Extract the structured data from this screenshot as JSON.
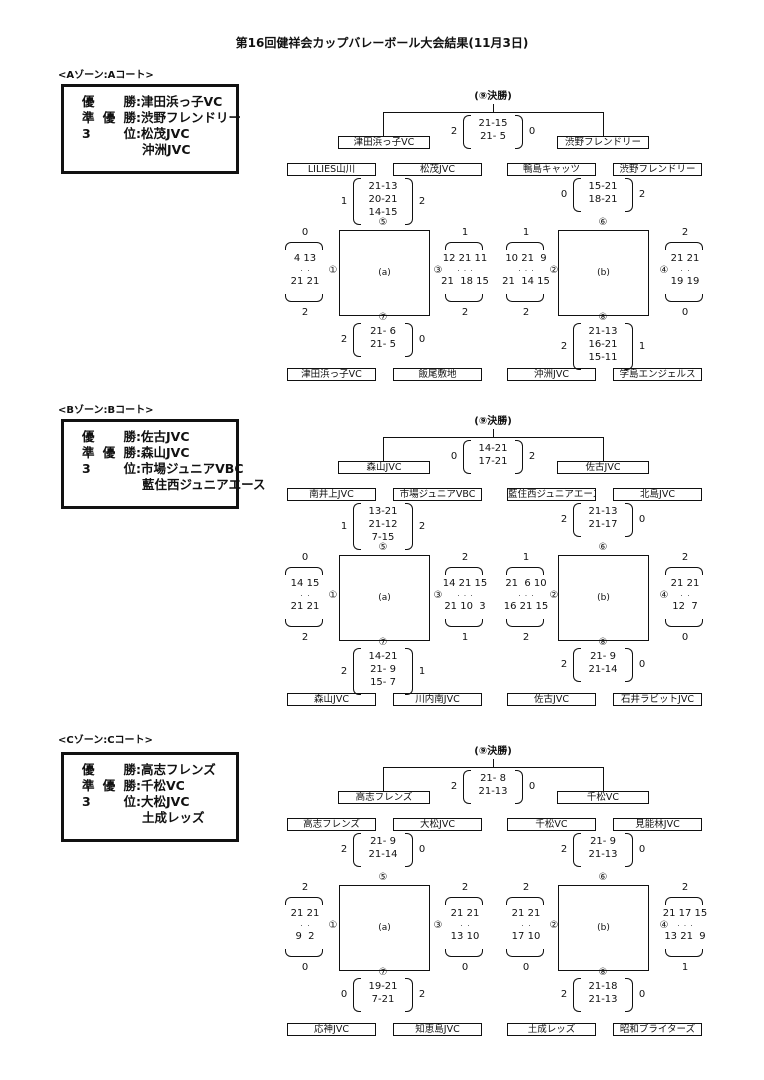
{
  "title": "第16回健祥会カップバレーボール大会結果(11月3日)",
  "zones": [
    {
      "header": "<Aゾーン:Aコート>",
      "summary": {
        "winner_label": "優　勝",
        "winner": "津田浜っ子VC",
        "runner_label": "準優勝",
        "runner": "渋野フレンドリー",
        "third_label": "3　位",
        "third": [
          "松茂JVC",
          "沖洲JVC"
        ]
      },
      "final": {
        "label": "(⑨決勝)",
        "left": "津田浜っ子VC",
        "right": "渋野フレンドリー",
        "left_sets": "2",
        "right_sets": "0",
        "scores": [
          "21-15",
          "21- 5"
        ]
      },
      "teams_top": [
        "LILIES山川",
        "松茂JVC",
        "鴨島キャッツ",
        "渋野フレンドリー"
      ],
      "teams_bottom": [
        "津田浜っ子VC",
        "飯尾敷地",
        "沖洲JVC",
        "学島エンジェルス"
      ],
      "courts": [
        "(a)",
        "(b)"
      ],
      "m5": {
        "no": "⑤",
        "left_sets": "1",
        "right_sets": "2",
        "scores": [
          "21-13",
          "20-21",
          "14-15"
        ]
      },
      "m6": {
        "no": "⑥",
        "left_sets": "0",
        "right_sets": "2",
        "scores": [
          "15-21",
          "18-21"
        ]
      },
      "m7": {
        "no": "⑦",
        "left_sets": "2",
        "right_sets": "0",
        "scores": [
          "21- 6",
          "21- 5"
        ]
      },
      "m8": {
        "no": "⑧",
        "left_sets": "2",
        "right_sets": "1",
        "scores": [
          "21-13",
          "16-21",
          "15-11"
        ]
      },
      "m1": {
        "no": "①",
        "top_sets": "0",
        "bottom_sets": "2",
        "top": "4 13",
        "dots": "·  ·",
        "bottom": "21 21"
      },
      "m3": {
        "no": "③",
        "top_sets": "1",
        "bottom_sets": "2",
        "top": "12 21 11",
        "dots": "·  ·  ·",
        "bottom": "21  18 15"
      },
      "m2": {
        "no": "②",
        "top_sets": "1",
        "bottom_sets": "2",
        "top": "10 21  9",
        "dots": "·  ·  ·",
        "bottom": "21  14 15"
      },
      "m4": {
        "no": "④",
        "top_sets": "2",
        "bottom_sets": "0",
        "top": "21 21",
        "dots": "·  ·",
        "bottom": "19 19"
      }
    },
    {
      "header": "<Bゾーン:Bコート>",
      "summary": {
        "winner_label": "優　勝",
        "winner": "佐古JVC",
        "runner_label": "準優勝",
        "runner": "森山JVC",
        "third_label": "3　位",
        "third": [
          "市場ジュニアVBC",
          "藍住西ジュニアエース"
        ]
      },
      "final": {
        "label": "(⑨決勝)",
        "left": "森山JVC",
        "right": "佐古JVC",
        "left_sets": "0",
        "right_sets": "2",
        "scores": [
          "14-21",
          "17-21"
        ]
      },
      "teams_top": [
        "南井上JVC",
        "市場ジュニアVBC",
        "藍住西ジュニアエース",
        "北島JVC"
      ],
      "teams_bottom": [
        "森山JVC",
        "川内南JVC",
        "佐古JVC",
        "石井ラビットJVC"
      ],
      "courts": [
        "(a)",
        "(b)"
      ],
      "m5": {
        "no": "⑤",
        "left_sets": "1",
        "right_sets": "2",
        "scores": [
          "13-21",
          "21-12",
          "7-15"
        ]
      },
      "m6": {
        "no": "⑥",
        "left_sets": "2",
        "right_sets": "0",
        "scores": [
          "21-13",
          "21-17"
        ]
      },
      "m7": {
        "no": "⑦",
        "left_sets": "2",
        "right_sets": "1",
        "scores": [
          "14-21",
          "21- 9",
          "15- 7"
        ]
      },
      "m8": {
        "no": "⑧",
        "left_sets": "2",
        "right_sets": "0",
        "scores": [
          "21- 9",
          "21-14"
        ]
      },
      "m1": {
        "no": "①",
        "top_sets": "0",
        "bottom_sets": "2",
        "top": "14 15",
        "dots": "·  ·",
        "bottom": "21 21"
      },
      "m3": {
        "no": "③",
        "top_sets": "2",
        "bottom_sets": "1",
        "top": "14 21 15",
        "dots": "·  ·  ·",
        "bottom": "21 10  3"
      },
      "m2": {
        "no": "②",
        "top_sets": "1",
        "bottom_sets": "2",
        "top": "21  6 10",
        "dots": "·  ·  ·",
        "bottom": "16 21 15"
      },
      "m4": {
        "no": "④",
        "top_sets": "2",
        "bottom_sets": "0",
        "top": "21 21",
        "dots": "·  ·",
        "bottom": "12  7"
      }
    },
    {
      "header": "<Cゾーン:Cコート>",
      "summary": {
        "winner_label": "優　勝",
        "winner": "高志フレンズ",
        "runner_label": "準優勝",
        "runner": "千松VC",
        "third_label": "3　位",
        "third": [
          "大松JVC",
          "土成レッズ"
        ]
      },
      "final": {
        "label": "(⑨決勝)",
        "left": "高志フレンズ",
        "right": "千松VC",
        "left_sets": "2",
        "right_sets": "0",
        "scores": [
          "21- 8",
          "21-13"
        ]
      },
      "teams_top": [
        "高志フレンズ",
        "大松JVC",
        "千松VC",
        "見能林JVC"
      ],
      "teams_bottom": [
        "応神JVC",
        "知恵島JVC",
        "土成レッズ",
        "昭和ブライターズ"
      ],
      "courts": [
        "(a)",
        "(b)"
      ],
      "m5": {
        "no": "⑤",
        "left_sets": "2",
        "right_sets": "0",
        "scores": [
          "21- 9",
          "21-14"
        ]
      },
      "m6": {
        "no": "⑥",
        "left_sets": "2",
        "right_sets": "0",
        "scores": [
          "21- 9",
          "21-13"
        ]
      },
      "m7": {
        "no": "⑦",
        "left_sets": "0",
        "right_sets": "2",
        "scores": [
          "19-21",
          "7-21"
        ]
      },
      "m8": {
        "no": "⑧",
        "left_sets": "2",
        "right_sets": "0",
        "scores": [
          "21-18",
          "21-13"
        ]
      },
      "m1": {
        "no": "①",
        "top_sets": "2",
        "bottom_sets": "0",
        "top": "21 21",
        "dots": "·  ·",
        "bottom": "9  2"
      },
      "m3": {
        "no": "③",
        "top_sets": "2",
        "bottom_sets": "0",
        "top": "21 21",
        "dots": "·  ·",
        "bottom": "13 10"
      },
      "m2": {
        "no": "②",
        "top_sets": "2",
        "bottom_sets": "0",
        "top": "21 21",
        "dots": "·  ·",
        "bottom": "17 10"
      },
      "m4": {
        "no": "④",
        "top_sets": "2",
        "bottom_sets": "1",
        "top": "21 17 15",
        "dots": "·  ·  ·",
        "bottom": "13 21  9"
      }
    }
  ]
}
